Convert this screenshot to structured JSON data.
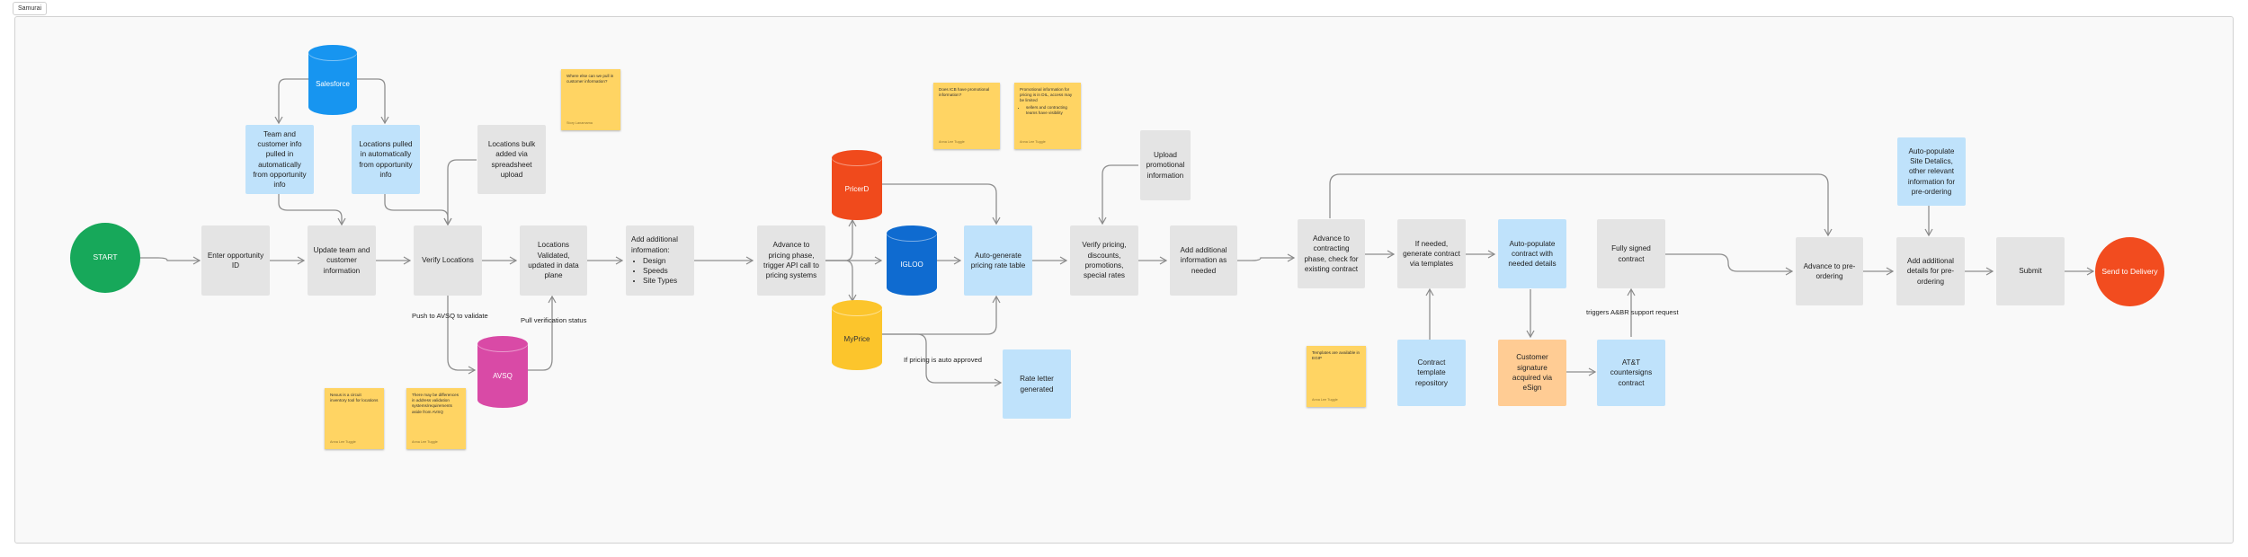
{
  "board": {
    "tag": "Samurai"
  },
  "nodes": {
    "start": "START",
    "enter_id": "Enter opportunity ID",
    "update_team": "Update team and customer information",
    "verify_locations": "Verify Locations",
    "locations_validated": "Locations Validated, updated in data plane",
    "add_info_title": "Add additional information:",
    "add_info_items": [
      "Design",
      "Speeds",
      "Site Types"
    ],
    "advance_pricing": "Advance to pricing phase, trigger API call to pricing systems",
    "auto_rate_table": "Auto-generate pricing rate table",
    "verify_pricing": "Verify pricing, discounts, promotions, special rates",
    "add_info_needed": "Add additional information as needed",
    "advance_contracting": "Advance to contracting phase, check for existing contract",
    "generate_contract": "If needed, generate contract via templates",
    "auto_populate_contract": "Auto-populate contract with needed details",
    "fully_signed": "Fully signed contract",
    "advance_preorder": "Advance to pre-ordering",
    "add_preorder_details": "Add additional details for pre-ordering",
    "submit": "Submit",
    "send_delivery": "Send to Delivery",
    "team_customer_info": "Team and customer info pulled in automatically from opportunity info",
    "locations_pulled": "Locations pulled in automatically from opportunity info",
    "locations_bulk": "Locations bulk added via spreadsheet upload",
    "upload_promo": "Upload promotional information",
    "rate_letter": "Rate letter generated",
    "contract_template_repo": "Contract template repository",
    "customer_signature": "Customer signature acquired via eSign",
    "att_countersigns": "AT&T countersigns contract",
    "auto_populate_site": "Auto-populate Site Detalics, other relevant information for pre-ordering"
  },
  "databases": {
    "salesforce": "Salesforce",
    "avsq": "AVSQ",
    "pricer_d": "PricerD",
    "igloo": "IGLOO",
    "my_price": "MyPrice"
  },
  "edge_labels": {
    "push_avsq": "Push to AVSQ to validate",
    "pull_verification": "Pull verification status",
    "auto_approved": "If pricing is auto approved",
    "triggers_abr": "triggers A&BR support request"
  },
  "sticky_notes": {
    "n1": {
      "text": "Where else can we pull in customer information?",
      "author": "Story Lanamama"
    },
    "n2": {
      "text": "Nexus is a circuit inventory tool for locations",
      "author": "Anna Lee Tuggle"
    },
    "n3": {
      "text": "There may be differences in address validation systems/requirements aside from AVSQ",
      "author": "Anna Lee Tuggle"
    },
    "n4": {
      "text": "Does ICB have promotional information?",
      "author": "Anna Lee Tuggle"
    },
    "n5": {
      "text": "Promotional information for pricing is in DIL, access may be limited",
      "bullet": "sellers and contracting teams have visibility",
      "author": "Anna Lee Tuggle"
    },
    "n6": {
      "text": "Templates are available in EGIP",
      "author": "Anna Lee Tuggle"
    }
  },
  "colors": {
    "process": "#e4e4e4",
    "automated": "#bfe2fb",
    "customer_step": "#ffcc94",
    "start": "#17a85a",
    "end": "#f24c1f",
    "salesforce": "#1795f0",
    "avsq": "#d94aa6",
    "pricer_d": "#f04a1c",
    "igloo": "#0f6bd0",
    "my_price": "#fcc52c",
    "sticky": "#ffd463"
  }
}
